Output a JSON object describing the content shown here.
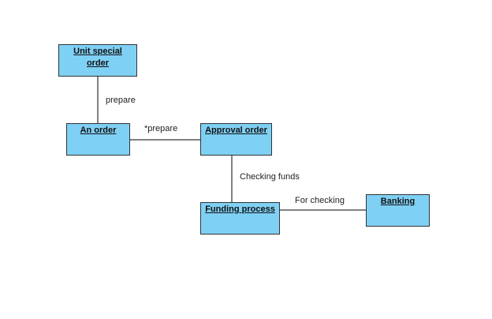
{
  "diagram": {
    "nodes": {
      "unit_special_order": "Unit special order",
      "an_order": "An order",
      "approval_order": "Approval order",
      "funding_process": "Funding process",
      "banking": "Banking"
    },
    "edges": {
      "prepare": "prepare",
      "star_prepare": "*prepare",
      "checking_funds": "Checking funds",
      "for_checking": "For checking"
    },
    "colors": {
      "node_fill": "#7fd0f5",
      "node_border": "#333333",
      "line": "#000000"
    }
  }
}
